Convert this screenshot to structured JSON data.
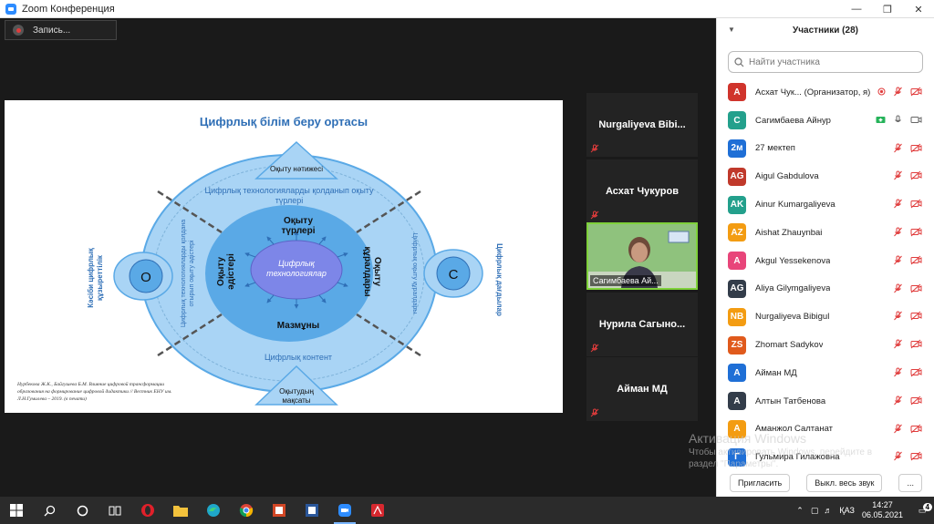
{
  "window": {
    "title": "Zoom Конференция"
  },
  "recording": {
    "label": "Запись..."
  },
  "slide": {
    "title": "Цифрлық білім беру ортасы",
    "top_label": "Оқыту нәтижесі",
    "bottom_label": "Оқытудың мақсаты",
    "ring_top": "Цифрлық технологияларды қолданып оқыту түрлері",
    "ring_bottom": "Цифрлық контент",
    "ring_left": "Цифрлық технологияларды қолдана отырып оқыту әдістері",
    "ring_right": "Цифрлық оқыту құралдары",
    "inner_top": "Оқыту түрлері",
    "inner_bottom": "Мазмұны",
    "inner_left": "Оқыту әдістері",
    "inner_right": "Оқыту құралдары",
    "center": "Цифрлық технологиялар",
    "left_circle": "О",
    "right_circle": "С",
    "outer_left": "Кәсіби цифрлық құзыреттілік",
    "outer_right": "Цифрлық дағдылар",
    "citation": "Нурбекова Ж.К., Байгушева Б.М. Влияние цифровой трансформации образования на формирование цифровой дидактики // Вестник ЕНУ им. Л.Н.Гумилева – 2019. (в печати)",
    "colors": {
      "dark": "#2f6fb6",
      "mid": "#5aa9e6",
      "light": "#a9d4f5",
      "center": "#7d86e8"
    }
  },
  "video_tiles": [
    {
      "name": "Nurgaliyeva  Bibi...",
      "muted": true
    },
    {
      "name": "Асхат Чукуров",
      "muted": true
    },
    {
      "name": "Сагимбаева Ай...",
      "muted": false,
      "video": true
    },
    {
      "name": "Нурила  Сагыно...",
      "muted": true
    },
    {
      "name": "Айман МД",
      "muted": true
    }
  ],
  "participants_panel": {
    "title": "Участники (28)",
    "search_placeholder": "Найти участника",
    "participants": [
      {
        "initials": "А",
        "name": "Асхат Чук... (Организатор, я)",
        "color": "#d0342c",
        "recording": true,
        "mic": "muted",
        "cam": "off"
      },
      {
        "initials": "С",
        "name": "Сагимбаева Айнур",
        "color": "#23a08c",
        "sharing": true,
        "mic": "on",
        "cam": "on"
      },
      {
        "initials": "2м",
        "name": "27 мектеп",
        "color": "#1f6fd6",
        "mic": "muted",
        "cam": "off"
      },
      {
        "initials": "AG",
        "name": "Aigul Gabdulova",
        "color": "#c0392b",
        "mic": "muted",
        "cam": "off"
      },
      {
        "initials": "AK",
        "name": "Ainur Kumargaliyeva",
        "color": "#23a08c",
        "mic": "muted",
        "cam": "off"
      },
      {
        "initials": "AZ",
        "name": "Aishat Zhauynbai",
        "color": "#f39c12",
        "mic": "muted",
        "cam": "off"
      },
      {
        "initials": "А",
        "name": "Akgul Yessekenova",
        "color": "#e8457a",
        "mic": "muted",
        "cam": "off"
      },
      {
        "initials": "AG",
        "name": "Aliya Gilymgaliyeva",
        "color": "#333d4a",
        "mic": "muted",
        "cam": "off"
      },
      {
        "initials": "NB",
        "name": "Nurgaliyeva Bibigul",
        "color": "#f39c12",
        "mic": "muted",
        "cam": "off"
      },
      {
        "initials": "ZS",
        "name": "Zhomart Sadykov",
        "color": "#e05a1c",
        "mic": "muted",
        "cam": "off"
      },
      {
        "initials": "А",
        "name": "Айман МД",
        "color": "#1f6fd6",
        "mic": "muted",
        "cam": "off"
      },
      {
        "initials": "А",
        "name": "Алтын Татбенова",
        "color": "#333d4a",
        "mic": "muted",
        "cam": "off"
      },
      {
        "initials": "А",
        "name": "Аманжол Салтанат",
        "color": "#f39c12",
        "mic": "muted",
        "cam": "off"
      },
      {
        "initials": "Г",
        "name": "Гульмира Гилажовна",
        "color": "#1f6fd6",
        "mic": "muted",
        "cam": "off"
      }
    ],
    "invite_label": "Пригласить",
    "mute_all_label": "Выкл. весь звук",
    "more_label": "..."
  },
  "watermark": {
    "line1": "Активация Windows",
    "line2": "Чтобы активировать Windows, перейдите в",
    "line3": "раздел \"Параметры\"."
  },
  "taskbar": {
    "lang": "ҚАЗ",
    "time": "14:27",
    "date": "06.05.2021",
    "notifications": "4"
  }
}
